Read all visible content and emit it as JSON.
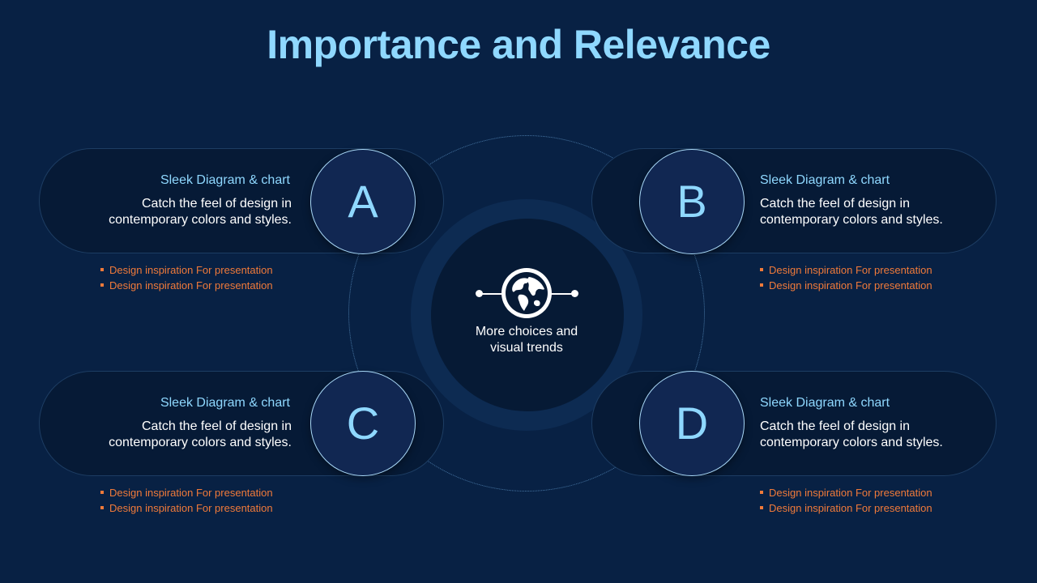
{
  "title": "Importance and Relevance",
  "center": {
    "icon": "globe-icon",
    "text_line1": "More choices and",
    "text_line2": "visual trends"
  },
  "colors": {
    "background": "#082144",
    "accent": "#8fd8ff",
    "bullet": "#f07a3a"
  },
  "cards": [
    {
      "letter": "A",
      "heading": "Sleek Diagram & chart",
      "body_line1": "Catch the feel of design in",
      "body_line2": "contemporary colors and styles.",
      "bullets": [
        "Design inspiration For presentation",
        "Design inspiration For presentation"
      ]
    },
    {
      "letter": "B",
      "heading": "Sleek Diagram & chart",
      "body_line1": "Catch the feel of design in",
      "body_line2": "contemporary colors and styles.",
      "bullets": [
        "Design inspiration For presentation",
        "Design inspiration For presentation"
      ]
    },
    {
      "letter": "C",
      "heading": "Sleek Diagram & chart",
      "body_line1": "Catch the feel of design in",
      "body_line2": "contemporary colors and styles.",
      "bullets": [
        "Design inspiration For presentation",
        "Design inspiration For presentation"
      ]
    },
    {
      "letter": "D",
      "heading": "Sleek Diagram & chart",
      "body_line1": "Catch the feel of design in",
      "body_line2": "contemporary colors and styles.",
      "bullets": [
        "Design inspiration For presentation",
        "Design inspiration For presentation"
      ]
    }
  ]
}
